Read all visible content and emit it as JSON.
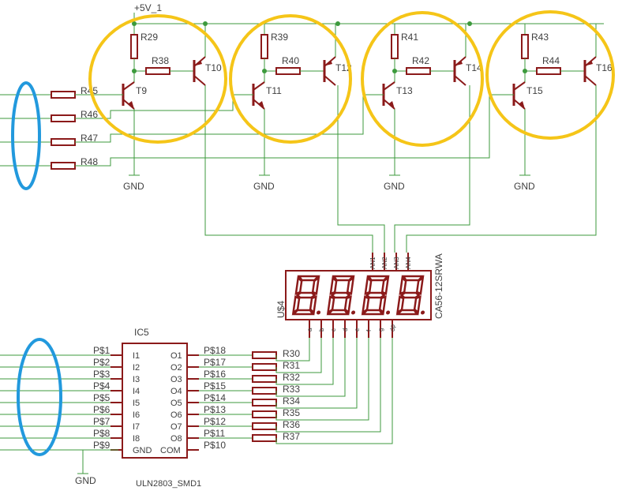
{
  "supply_label": "+5V_1",
  "ground_label": "GND",
  "stages": [
    {
      "pullup": "R29",
      "base_res": "R38",
      "pnp": "T10",
      "npn": "T9",
      "input_res": "R45"
    },
    {
      "pullup": "R39",
      "base_res": "R40",
      "pnp": "T12",
      "npn": "T11",
      "input_res": "R46"
    },
    {
      "pullup": "R41",
      "base_res": "R42",
      "pnp": "T14",
      "npn": "T13",
      "input_res": "R47"
    },
    {
      "pullup": "R43",
      "base_res": "R44",
      "pnp": "T16",
      "npn": "T15",
      "input_res": "R48"
    }
  ],
  "display": {
    "ref": "U$4",
    "part": "CA56-12SRWA",
    "anodes": [
      "AN1",
      "AN2",
      "AN3",
      "AN4"
    ],
    "segments": [
      "a",
      "b",
      "c",
      "d",
      "e",
      "f",
      "g",
      "dp"
    ],
    "digits": "8.8.8.8."
  },
  "driver": {
    "ref": "IC5",
    "part": "ULN2803_SMD1",
    "inputs": [
      "I1",
      "I2",
      "I3",
      "I4",
      "I5",
      "I6",
      "I7",
      "I8"
    ],
    "outputs": [
      "O1",
      "O2",
      "O3",
      "O4",
      "O5",
      "O6",
      "O7",
      "O8"
    ],
    "gnd_pin": "GND",
    "com_pin": "COM",
    "in_nets": [
      "P$1",
      "P$2",
      "P$3",
      "P$4",
      "P$5",
      "P$6",
      "P$7",
      "P$8",
      "P$9"
    ],
    "out_nets": [
      "P$18",
      "P$17",
      "P$16",
      "P$15",
      "P$14",
      "P$13",
      "P$12",
      "P$11",
      "P$10"
    ]
  },
  "segment_resistors": [
    "R30",
    "R31",
    "R32",
    "R33",
    "R34",
    "R35",
    "R36",
    "R37"
  ],
  "colors": {
    "wire": "#3c9a3c",
    "part": "#8b1a1a",
    "highlight_ring": "#f5c518",
    "highlight_oval": "#2299dd"
  }
}
